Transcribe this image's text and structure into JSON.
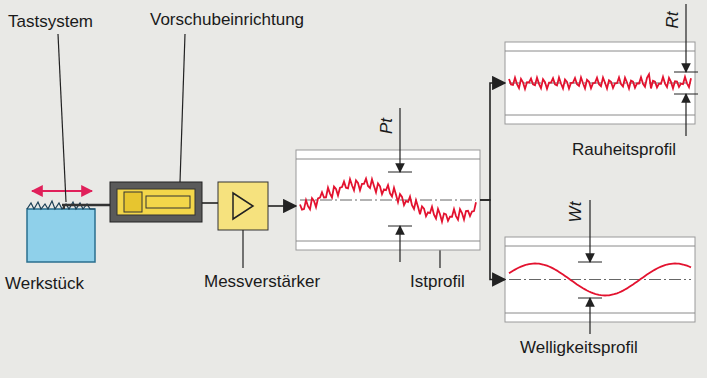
{
  "diagram": {
    "nodes": [
      {
        "text": [
          "Werkstück"
        ]
      },
      {
        "text": [
          "Vorschubeinrichtung"
        ]
      },
      {
        "text": [
          "Messverstärker"
        ]
      },
      {
        "text": [
          "Pt",
          "Istprofil"
        ]
      },
      {
        "text": [
          "Rt",
          "Rauheitsprofil"
        ]
      },
      {
        "text": [
          "Wt",
          "Welligkeitsprofil"
        ]
      }
    ],
    "edges": [
      {
        "from": 1,
        "to": 2,
        "arrow": "none"
      },
      {
        "from": 2,
        "to": 3,
        "arrow": "to"
      },
      {
        "from": 3,
        "to": 4,
        "arrow": "to"
      },
      {
        "from": 3,
        "to": 5,
        "arrow": "to"
      }
    ],
    "labels": [
      "Tastsystem"
    ]
  }
}
